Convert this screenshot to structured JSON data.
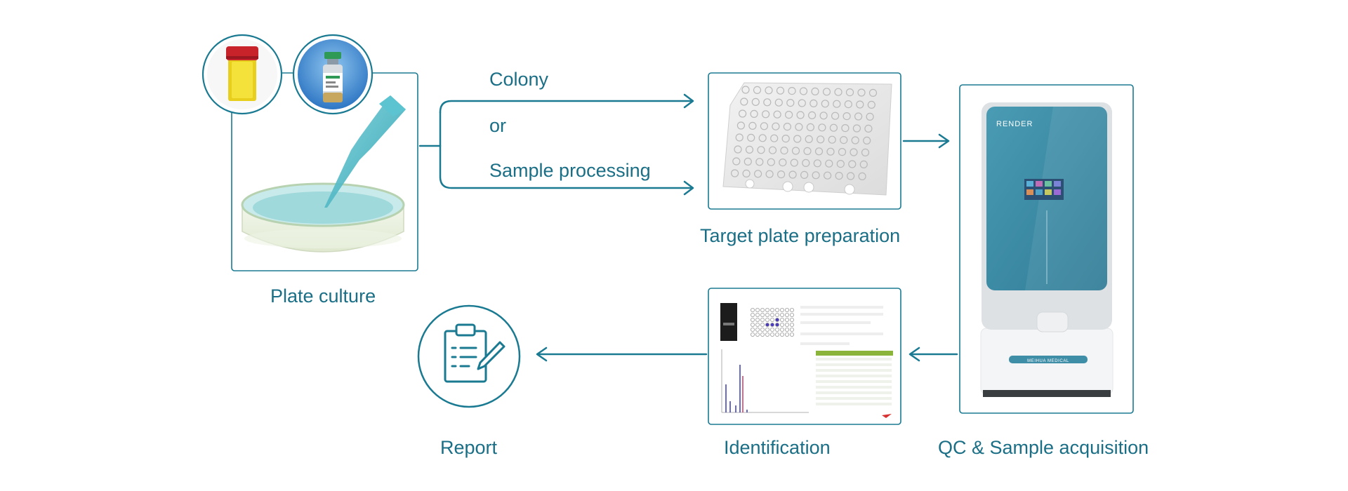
{
  "colors": {
    "accent": "#1a7a92",
    "text": "#1a6f86",
    "device_screen": "#3f8ea8"
  },
  "steps": {
    "plate_culture": "Plate culture",
    "target_plate": "Target plate preparation",
    "qc": "QC & Sample acquisition",
    "identification": "Identification",
    "report": "Report"
  },
  "branches": {
    "colony": "Colony",
    "or": "or",
    "sample_processing": "Sample processing"
  },
  "device": {
    "brand": "RENDER",
    "badge": "MEIHUA MEDICAL"
  },
  "icons": {
    "report": "clipboard-pencil-icon"
  }
}
